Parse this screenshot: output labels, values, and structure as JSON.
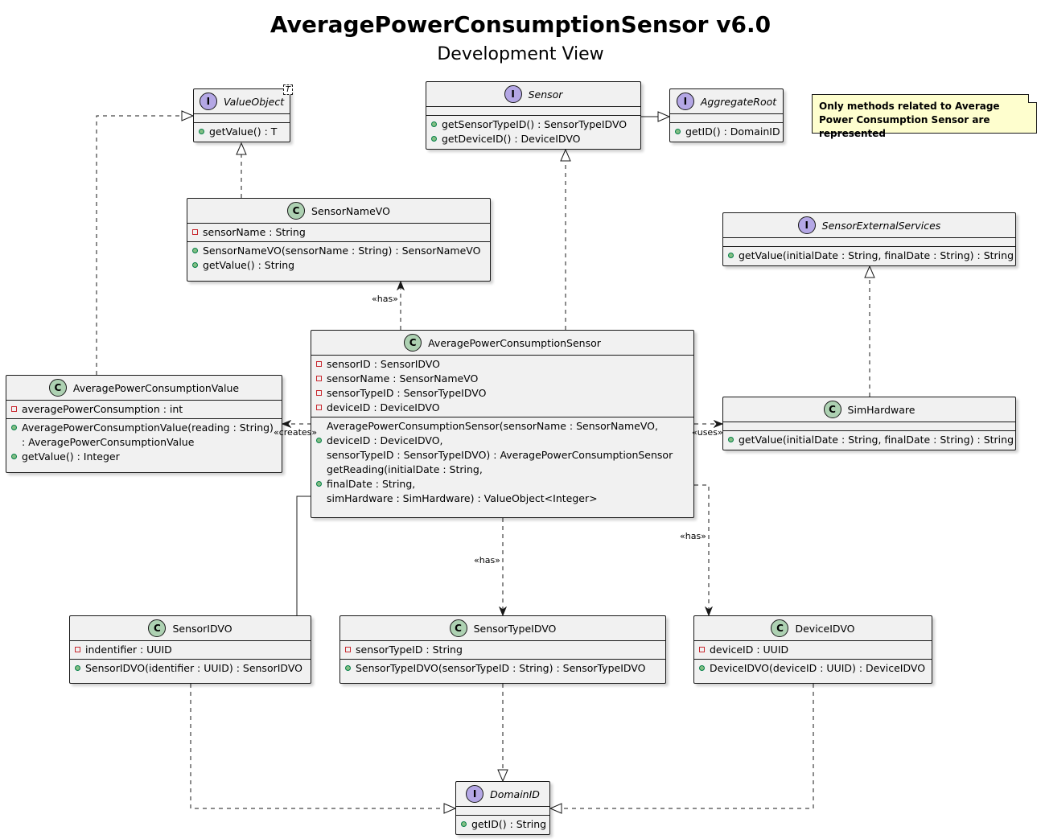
{
  "diagram": {
    "title": "AveragePowerConsumptionSensor v6.0",
    "subtitle": "Development View",
    "note": "Only methods related to Average Power Consumption Sensor are represented",
    "classes": {
      "valueObject": {
        "name": "ValueObject",
        "generic": "T",
        "methods": [
          "getValue() : T"
        ]
      },
      "sensor": {
        "name": "Sensor",
        "methods": [
          "getSensorTypeID() : SensorTypeIDVO",
          "getDeviceID() : DeviceIDVO"
        ]
      },
      "aggregateRoot": {
        "name": "AggregateRoot",
        "methods": [
          "getID() : DomainID"
        ]
      },
      "sensorNameVO": {
        "name": "SensorNameVO",
        "fields": [
          "sensorName : String"
        ],
        "methods": [
          "SensorNameVO(sensorName : String) : SensorNameVO",
          "getValue() : String"
        ]
      },
      "sensorExternalServices": {
        "name": "SensorExternalServices",
        "methods": [
          "getValue(initialDate : String, finalDate : String) : String"
        ]
      },
      "apcs": {
        "name": "AveragePowerConsumptionSensor",
        "fields": [
          "sensorID : SensorIDVO",
          "sensorName : SensorNameVO",
          "sensorTypeID : SensorTypeIDVO",
          "deviceID : DeviceIDVO"
        ],
        "methods": [
          "AveragePowerConsumptionSensor(sensorName : SensorNameVO,",
          "deviceID : DeviceIDVO,",
          "sensorTypeID : SensorTypeIDVO) : AveragePowerConsumptionSensor",
          "getReading(initialDate : String,",
          "finalDate : String,",
          "simHardware : SimHardware) : ValueObject<Integer>"
        ]
      },
      "apcValue": {
        "name": "AveragePowerConsumptionValue",
        "fields": [
          "averagePowerConsumption : int"
        ],
        "methods": [
          "AveragePowerConsumptionValue(reading : String)",
          ": AveragePowerConsumptionValue",
          "getValue() : Integer"
        ]
      },
      "simHardware": {
        "name": "SimHardware",
        "methods": [
          "getValue(initialDate : String, finalDate : String) : String"
        ]
      },
      "sensorIDVO": {
        "name": "SensorIDVO",
        "fields": [
          "indentifier : UUID"
        ],
        "methods": [
          "SensorIDVO(identifier : UUID) : SensorIDVO"
        ]
      },
      "sensorTypeIDVO": {
        "name": "SensorTypeIDVO",
        "fields": [
          "sensorTypeID : String"
        ],
        "methods": [
          "SensorTypeIDVO(sensorTypeID : String) : SensorTypeIDVO"
        ]
      },
      "deviceIDVO": {
        "name": "DeviceIDVO",
        "fields": [
          "deviceID : UUID"
        ],
        "methods": [
          "DeviceIDVO(deviceID : UUID) : DeviceIDVO"
        ]
      },
      "domainID": {
        "name": "DomainID",
        "methods": [
          "getID() : String"
        ]
      }
    },
    "labels": {
      "has": "«has»",
      "creates": "«creates»",
      "uses": "«uses»"
    },
    "badges": {
      "class": "C",
      "interface": "I"
    }
  }
}
